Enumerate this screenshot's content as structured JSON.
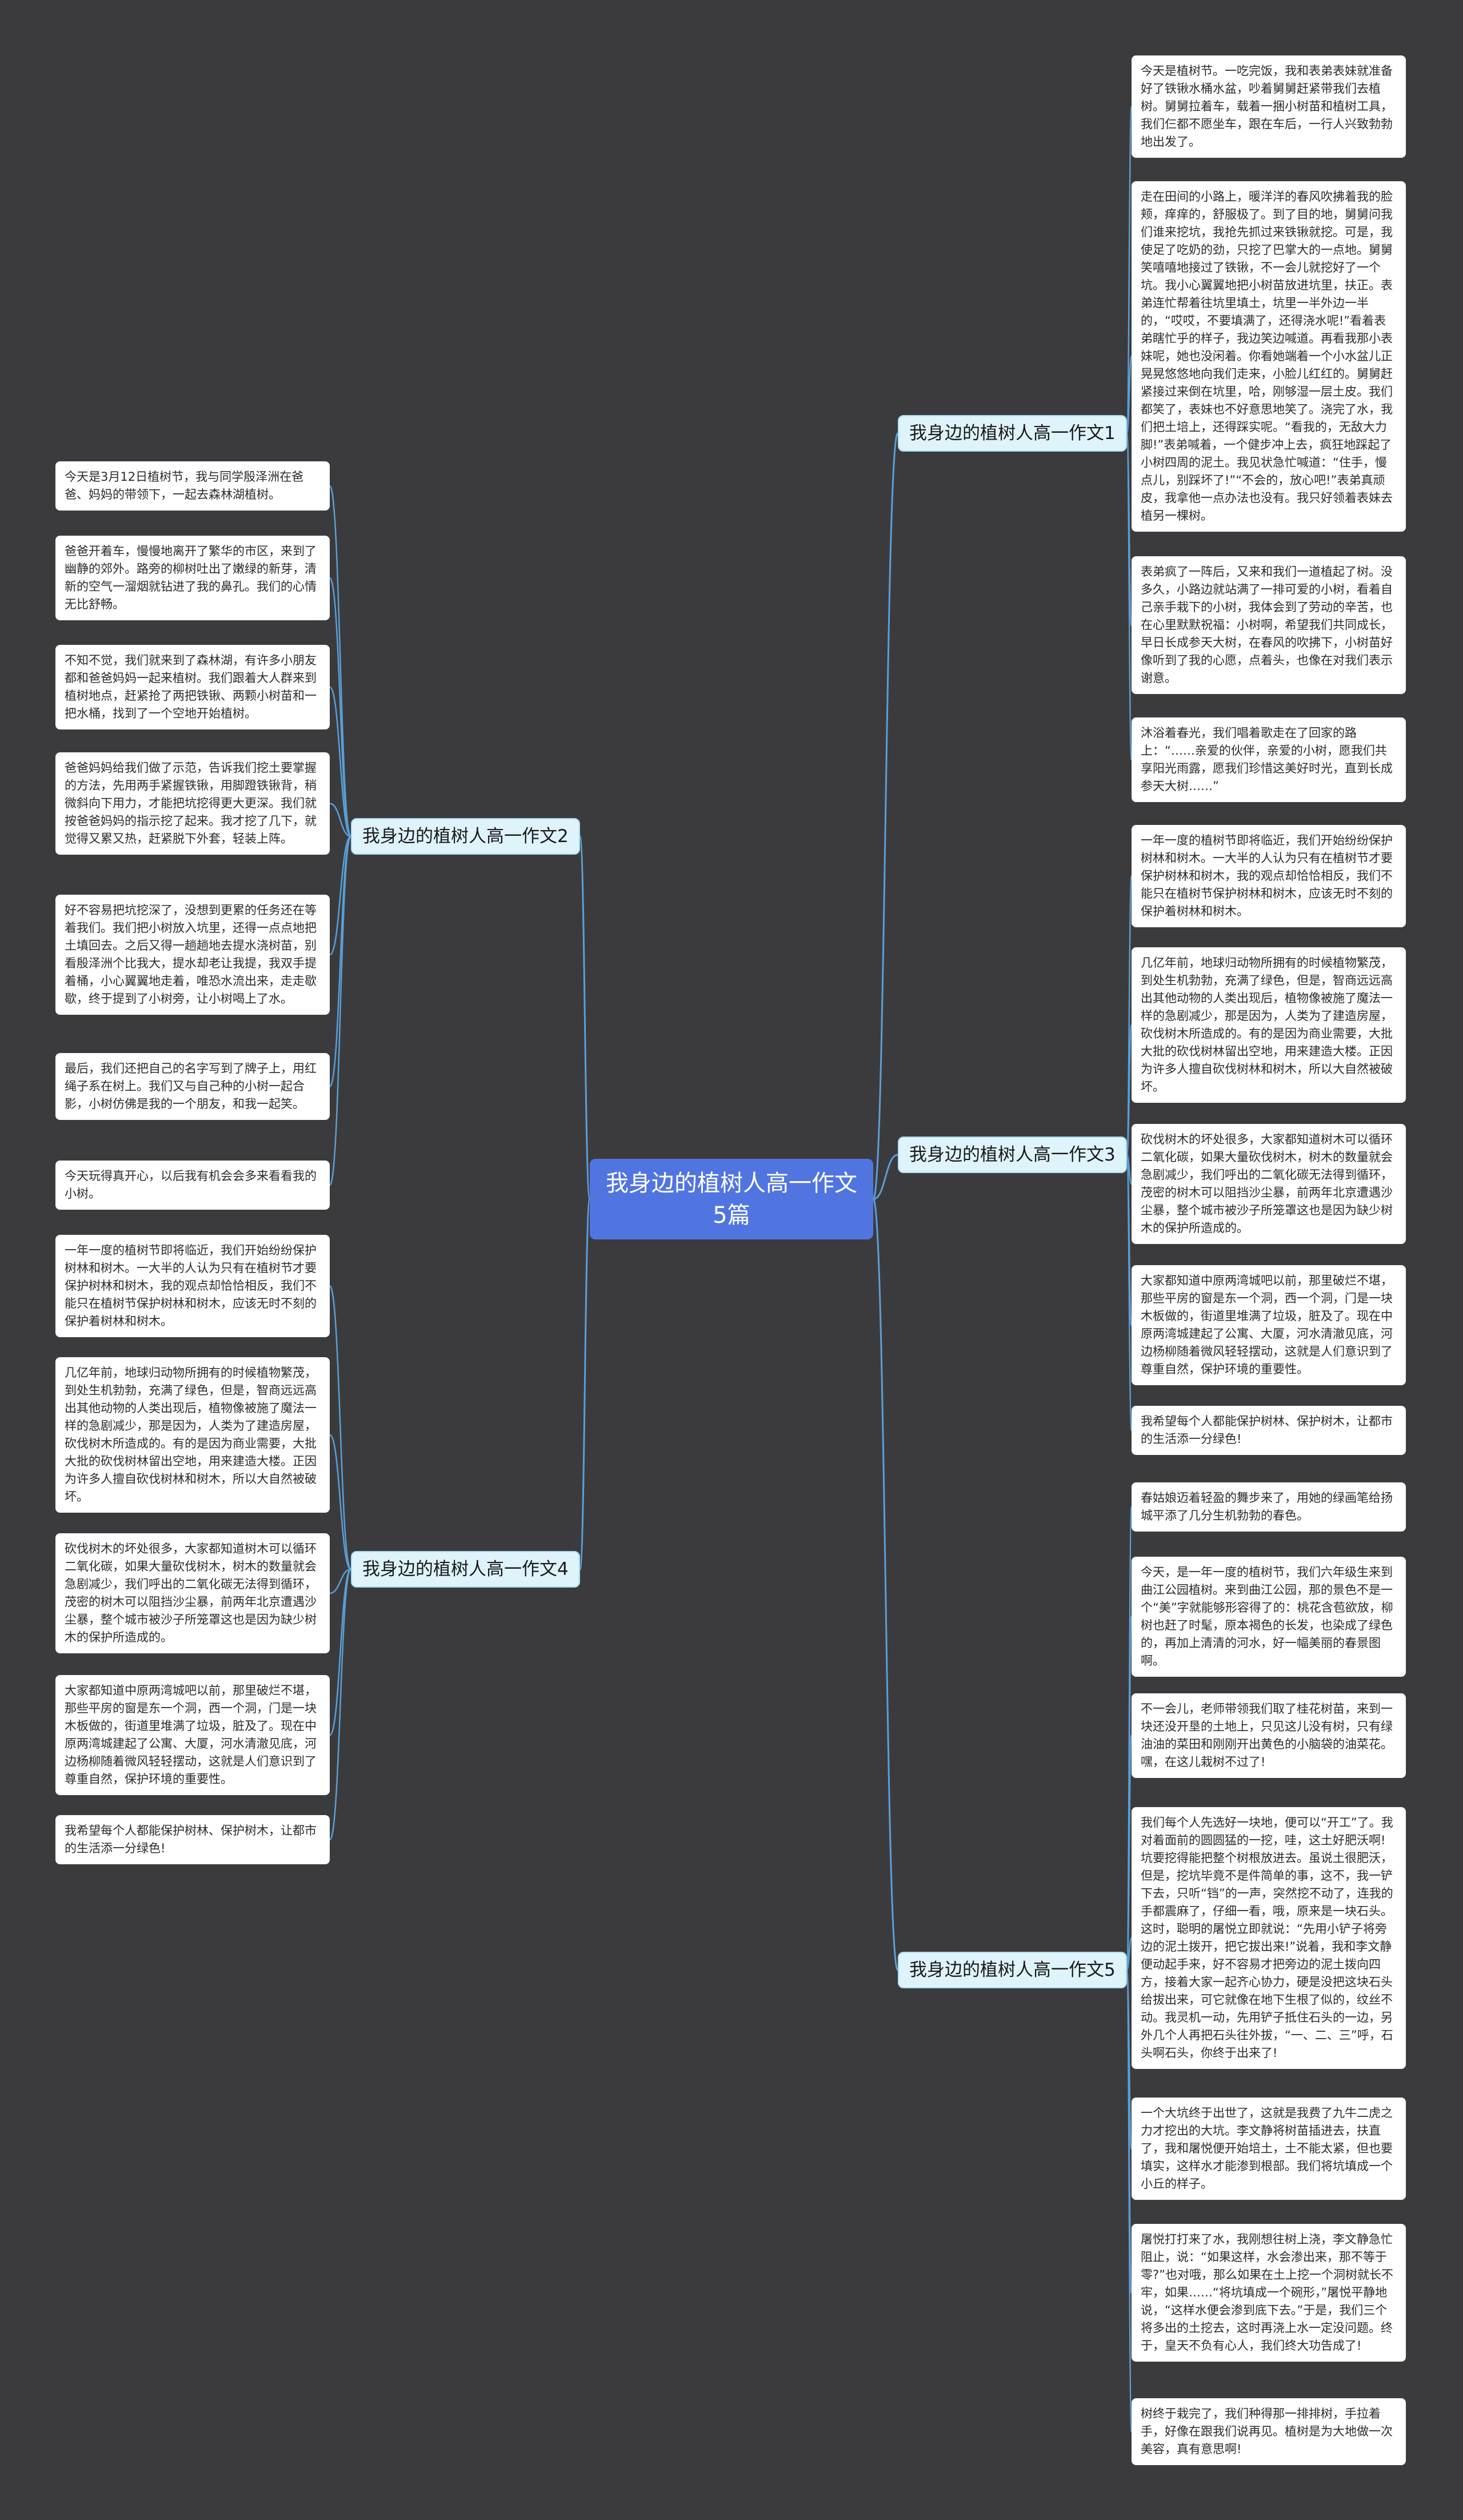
{
  "root": {
    "title": "我身边的植树人高一作文5篇"
  },
  "colors": {
    "background": "#3b3b3e",
    "root_fill": "#5175e0",
    "branch_fill": "#dff3fb",
    "connector": "#5a9fd6"
  },
  "branches": [
    {
      "label": "我身边的植树人高一作文1",
      "leaves": [
        "今天是植树节。一吃完饭，我和表弟表妹就准备好了铁锹水桶水盆，吵着舅舅赶紧带我们去植树。舅舅拉着车，载着一捆小树苗和植树工具，我们仨都不愿坐车，跟在车后，一行人兴致勃勃地出发了。",
        "走在田间的小路上，暖洋洋的春风吹拂着我的脸颊，痒痒的，舒服极了。到了目的地，舅舅问我们谁来挖坑，我抢先抓过来铁锹就挖。可是，我使足了吃奶的劲，只挖了巴掌大的一点地。舅舅笑嘻嘻地接过了铁锹，不一会儿就挖好了一个坑。我小心翼翼地把小树苗放进坑里，扶正。表弟连忙帮着往坑里填土，坑里一半外边一半的，“哎哎，不要填满了，还得浇水呢!”看着表弟瞎忙乎的样子，我边笑边喊道。再看我那小表妹呢，她也没闲着。你看她端着一个小水盆儿正晃晃悠悠地向我们走来，小脸儿红红的。舅舅赶紧接过来倒在坑里，哈，刚够湿一层土皮。我们都笑了，表妹也不好意思地笑了。浇完了水，我们把土培上，还得踩实呢。“看我的，无敌大力脚!”表弟喊着，一个健步冲上去，疯狂地踩起了小树四周的泥土。我见状急忙喊道：“住手，慢点儿，别踩坏了!”“不会的，放心吧!”表弟真顽皮，我拿他一点办法也没有。我只好领着表妹去植另一棵树。",
        "表弟疯了一阵后，又来和我们一道植起了树。没多久，小路边就站满了一排可爱的小树，看着自己亲手栽下的小树，我体会到了劳动的辛苦，也在心里默默祝福：小树啊，希望我们共同成长，早日长成参天大树，在春风的吹拂下，小树苗好像听到了我的心愿，点着头，也像在对我们表示谢意。",
        "沐浴着春光，我们唱着歌走在了回家的路上：“……亲爱的伙伴，亲爱的小树，愿我们共享阳光雨露，愿我们珍惜这美好时光，直到长成参天大树……”"
      ]
    },
    {
      "label": "我身边的植树人高一作文2",
      "leaves": [
        "今天是3月12日植树节，我与同学殷泽洲在爸爸、妈妈的带领下，一起去森林湖植树。",
        "爸爸开着车，慢慢地离开了繁华的市区，来到了幽静的郊外。路旁的柳树吐出了嫩绿的新芽，清新的空气一溜烟就钻进了我的鼻孔。我们的心情无比舒畅。",
        "不知不觉，我们就来到了森林湖，有许多小朋友都和爸爸妈妈一起来植树。我们跟着大人群来到植树地点，赶紧抢了两把铁锹、两颗小树苗和一把水桶，找到了一个空地开始植树。",
        "爸爸妈妈给我们做了示范，告诉我们挖土要掌握的方法，先用两手紧握铁锹，用脚蹬铁锹背，稍微斜向下用力，才能把坑挖得更大更深。我们就按爸爸妈妈的指示挖了起来。我才挖了几下，就觉得又累又热，赶紧脱下外套，轻装上阵。",
        "好不容易把坑挖深了，没想到更累的任务还在等着我们。我们把小树放入坑里，还得一点点地把土填回去。之后又得一趟趟地去提水浇树苗，别看殷泽洲个比我大，提水却老让我提，我双手提着桶，小心翼翼地走着，唯恐水流出来，走走歇歇，终于提到了小树旁，让小树喝上了水。",
        "最后，我们还把自己的名字写到了牌子上，用红绳子系在树上。我们又与自己种的小树一起合影，小树仿佛是我的一个朋友，和我一起笑。",
        "今天玩得真开心，以后我有机会会多来看看我的小树。"
      ]
    },
    {
      "label": "我身边的植树人高一作文3",
      "leaves": [
        "一年一度的植树节即将临近，我们开始纷纷保护树林和树木。一大半的人认为只有在植树节才要保护树林和树木，我的观点却恰恰相反，我们不能只在植树节保护树林和树木，应该无时不刻的保护着树林和树木。",
        "几亿年前，地球归动物所拥有的时候植物繁茂，到处生机勃勃，充满了绿色，但是，智商远远高出其他动物的人类出现后，植物像被施了魔法一样的急剧减少，那是因为，人类为了建造房屋，砍伐树木所造成的。有的是因为商业需要，大批大批的砍伐树林留出空地，用来建造大楼。正因为许多人擅自砍伐树林和树木，所以大自然被破坏。",
        "砍伐树木的坏处很多，大家都知道树木可以循环二氧化碳，如果大量砍伐树木，树木的数量就会急剧减少，我们呼出的二氧化碳无法得到循环，茂密的树木可以阻挡沙尘暴，前两年北京遭遇沙尘暴，整个城市被沙子所笼罩这也是因为缺少树木的保护所造成的。",
        "大家都知道中原两湾城吧以前，那里破烂不堪，那些平房的窗是东一个洞，西一个洞，门是一块木板做的，街道里堆满了垃圾，脏及了。现在中原两湾城建起了公寓、大厦，河水清澈见底，河边杨柳随着微风轻轻摆动，这就是人们意识到了尊重自然，保护环境的重要性。",
        "我希望每个人都能保护树林、保护树木，让都市的生活添一分绿色!"
      ]
    },
    {
      "label": "我身边的植树人高一作文4",
      "leaves": [
        "一年一度的植树节即将临近，我们开始纷纷保护树林和树木。一大半的人认为只有在植树节才要保护树林和树木，我的观点却恰恰相反，我们不能只在植树节保护树林和树木，应该无时不刻的保护着树林和树木。",
        "几亿年前，地球归动物所拥有的时候植物繁茂，到处生机勃勃，充满了绿色，但是，智商远远高出其他动物的人类出现后，植物像被施了魔法一样的急剧减少，那是因为，人类为了建造房屋，砍伐树木所造成的。有的是因为商业需要，大批大批的砍伐树林留出空地，用来建造大楼。正因为许多人擅自砍伐树林和树木，所以大自然被破坏。",
        "砍伐树木的坏处很多，大家都知道树木可以循环二氧化碳，如果大量砍伐树木，树木的数量就会急剧减少，我们呼出的二氧化碳无法得到循环，茂密的树木可以阻挡沙尘暴，前两年北京遭遇沙尘暴，整个城市被沙子所笼罩这也是因为缺少树木的保护所造成的。",
        "大家都知道中原两湾城吧以前，那里破烂不堪，那些平房的窗是东一个洞，西一个洞，门是一块木板做的，街道里堆满了垃圾，脏及了。现在中原两湾城建起了公寓、大厦，河水清澈见底，河边杨柳随着微风轻轻摆动，这就是人们意识到了尊重自然，保护环境的重要性。",
        "我希望每个人都能保护树林、保护树木，让都市的生活添一分绿色!"
      ]
    },
    {
      "label": "我身边的植树人高一作文5",
      "leaves": [
        "春姑娘迈着轻盈的舞步来了，用她的绿画笔给扬城平添了几分生机勃勃的春色。",
        "今天，是一年一度的植树节，我们六年级生来到曲江公园植树。来到曲江公园，那的景色不是一个“美”字就能够形容得了的：桃花含苞欲放，柳树也赶了时髦，原本褐色的长发，也染成了绿色的，再加上清清的河水，好一幅美丽的春景图啊。",
        "不一会儿，老师带领我们取了桂花树苗，来到一块还没开垦的土地上，只见这儿没有树，只有绿油油的菜田和刚刚开出黄色的小脑袋的油菜花。嘿，在这儿栽树不过了!",
        "我们每个人先选好一块地，便可以“开工”了。我对着面前的圆圆猛的一挖，哇，这土好肥沃啊!坑要挖得能把整个树根放进去。虽说土很肥沃，但是，挖坑毕竟不是件简单的事，这不，我一铲下去，只听“铛”的一声，突然挖不动了，连我的手都震麻了，仔细一看，哦，原来是一块石头。这时，聪明的屠悦立即就说：“先用小铲子将旁边的泥土拨开，把它拔出来!”说着，我和李文静便动起手来，好不容易才把旁边的泥土拨向四方，接着大家一起齐心协力，硬是没把这块石头给拔出来，可它就像在地下生根了似的，纹丝不动。我灵机一动，先用铲子抵住石头的一边，另外几个人再把石头往外拔，“一、二、三”呼，石头啊石头，你终于出来了!",
        "一个大坑终于出世了，这就是我费了九牛二虎之力才挖出的大坑。李文静将树苗插进去，扶直了，我和屠悦便开始培土，土不能太紧，但也要填实，这样水才能渗到根部。我们将坑填成一个小丘的样子。",
        "屠悦打打来了水，我刚想往树上浇，李文静急忙阻止，说：“如果这样，水会渗出来，那不等于零?”也对哦，那么如果在土上挖一个洞树就长不牢，如果……“将坑填成一个碗形，”屠悦平静地说，“这样水便会渗到底下去。”于是，我们三个将多出的土挖去，这时再浇上水一定没问题。终于，皇天不负有心人，我们终大功告成了!",
        "树终于栽完了，我们种得那一排排树，手拉着手，好像在跟我们说再见。植树是为大地做一次美容，真有意思啊!"
      ]
    }
  ]
}
